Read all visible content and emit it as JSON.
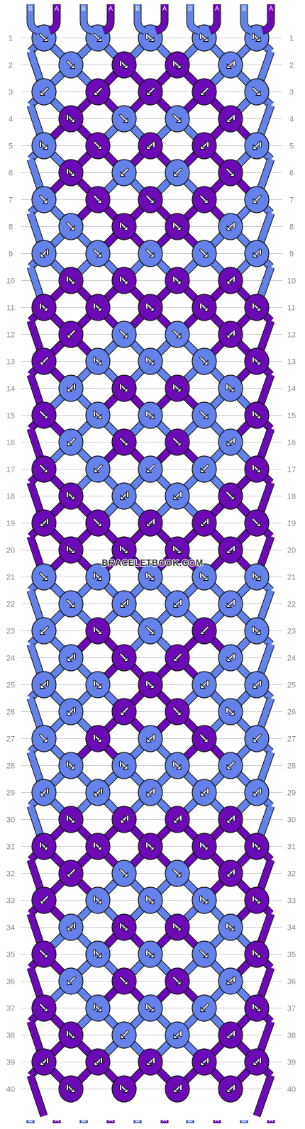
{
  "colors": {
    "A": "#6c0ab8",
    "B": "#6482ea",
    "outline": "#111111",
    "grid": "#cfcfcf",
    "row_number": "#888888"
  },
  "string_labels": [
    "B",
    "A",
    "B",
    "A",
    "B",
    "A",
    "B",
    "A",
    "B",
    "A"
  ],
  "watermark": "BRACELETBOOK.COM",
  "icon_legend": {
    "r": "arrow pointing down-right (forward knot)",
    "l": "arrow pointing down-left (backward knot)",
    "R": "forward-backward knot (right then left)",
    "L": "backward-forward knot (left then right)"
  },
  "rows": [
    {
      "n": "1",
      "knots": [
        [
          "B",
          "r"
        ],
        [
          "B",
          "r"
        ],
        [
          "B",
          "R"
        ],
        [
          "B",
          "R"
        ],
        [
          "B",
          "R"
        ]
      ]
    },
    {
      "n": "2",
      "knots": [
        [
          "B",
          "r"
        ],
        [
          "A",
          "R"
        ],
        [
          "A",
          "R"
        ],
        [
          "B",
          "L"
        ]
      ]
    },
    {
      "n": "3",
      "knots": [
        [
          "B",
          "l"
        ],
        [
          "A",
          "l"
        ],
        [
          "A",
          "l"
        ],
        [
          "A",
          "l"
        ],
        [
          "B",
          "r"
        ]
      ]
    },
    {
      "n": "4",
      "knots": [
        [
          "A",
          "R"
        ],
        [
          "B",
          "r"
        ],
        [
          "B",
          "r"
        ],
        [
          "A",
          "L"
        ]
      ]
    },
    {
      "n": "5",
      "knots": [
        [
          "B",
          "R"
        ],
        [
          "A",
          "r"
        ],
        [
          "A",
          "L"
        ],
        [
          "A",
          "L"
        ],
        [
          "B",
          "L"
        ]
      ]
    },
    {
      "n": "6",
      "knots": [
        [
          "A",
          "R"
        ],
        [
          "B",
          "l"
        ],
        [
          "B",
          "l"
        ],
        [
          "A",
          "r"
        ]
      ]
    },
    {
      "n": "7",
      "knots": [
        [
          "B",
          "r"
        ],
        [
          "A",
          "r"
        ],
        [
          "A",
          "r"
        ],
        [
          "A",
          "r"
        ],
        [
          "B",
          "l"
        ]
      ]
    },
    {
      "n": "8",
      "knots": [
        [
          "B",
          "r"
        ],
        [
          "A",
          "R"
        ],
        [
          "A",
          "R"
        ],
        [
          "B",
          "L"
        ]
      ]
    },
    {
      "n": "9",
      "knots": [
        [
          "B",
          "L"
        ],
        [
          "B",
          "r"
        ],
        [
          "B",
          "r"
        ],
        [
          "B",
          "r"
        ],
        [
          "B",
          "L"
        ]
      ]
    },
    {
      "n": "10",
      "knots": [
        [
          "A",
          "R"
        ],
        [
          "A",
          "R"
        ],
        [
          "A",
          "R"
        ],
        [
          "A",
          "L"
        ]
      ]
    },
    {
      "n": "11",
      "knots": [
        [
          "A",
          "R"
        ],
        [
          "A",
          "R"
        ],
        [
          "A",
          "R"
        ],
        [
          "A",
          "R"
        ],
        [
          "A",
          "R"
        ]
      ]
    },
    {
      "n": "12",
      "knots": [
        [
          "A",
          "l"
        ],
        [
          "B",
          "r"
        ],
        [
          "B",
          "r"
        ],
        [
          "A",
          "L"
        ]
      ]
    },
    {
      "n": "13",
      "knots": [
        [
          "A",
          "l"
        ],
        [
          "B",
          "R"
        ],
        [
          "B",
          "R"
        ],
        [
          "B",
          "r"
        ],
        [
          "A",
          "R"
        ]
      ]
    },
    {
      "n": "14",
      "knots": [
        [
          "B",
          "L"
        ],
        [
          "A",
          "R"
        ],
        [
          "A",
          "R"
        ],
        [
          "B",
          "R"
        ]
      ]
    },
    {
      "n": "15",
      "knots": [
        [
          "A",
          "r"
        ],
        [
          "B",
          "R"
        ],
        [
          "B",
          "R"
        ],
        [
          "B",
          "r"
        ],
        [
          "A",
          "R"
        ]
      ]
    },
    {
      "n": "16",
      "knots": [
        [
          "B",
          "l"
        ],
        [
          "A",
          "r"
        ],
        [
          "A",
          "r"
        ],
        [
          "B",
          "L"
        ]
      ]
    },
    {
      "n": "17",
      "knots": [
        [
          "A",
          "r"
        ],
        [
          "B",
          "l"
        ],
        [
          "B",
          "l"
        ],
        [
          "B",
          "l"
        ],
        [
          "A",
          "R"
        ]
      ]
    },
    {
      "n": "18",
      "knots": [
        [
          "A",
          "R"
        ],
        [
          "B",
          "L"
        ],
        [
          "B",
          "L"
        ],
        [
          "A",
          "r"
        ]
      ]
    },
    {
      "n": "19",
      "knots": [
        [
          "A",
          "L"
        ],
        [
          "A",
          "r"
        ],
        [
          "A",
          "L"
        ],
        [
          "A",
          "L"
        ],
        [
          "A",
          "r"
        ]
      ]
    },
    {
      "n": "20",
      "knots": [
        [
          "A",
          "R"
        ],
        [
          "A",
          "R"
        ],
        [
          "A",
          "R"
        ],
        [
          "A",
          "L"
        ]
      ]
    },
    {
      "n": "21",
      "knots": [
        [
          "B",
          "r"
        ],
        [
          "B",
          "R"
        ],
        [
          "B",
          "R"
        ],
        [
          "B",
          "R"
        ],
        [
          "B",
          "R"
        ]
      ]
    },
    {
      "n": "22",
      "knots": [
        [
          "B",
          "r"
        ],
        [
          "B",
          "L"
        ],
        [
          "B",
          "L"
        ],
        [
          "B",
          "L"
        ]
      ]
    },
    {
      "n": "23",
      "knots": [
        [
          "B",
          "l"
        ],
        [
          "A",
          "R"
        ],
        [
          "B",
          "r"
        ],
        [
          "A",
          "l"
        ],
        [
          "B",
          "R"
        ]
      ]
    },
    {
      "n": "24",
      "knots": [
        [
          "B",
          "L"
        ],
        [
          "A",
          "r"
        ],
        [
          "A",
          "l"
        ],
        [
          "B",
          "L"
        ]
      ]
    },
    {
      "n": "25",
      "knots": [
        [
          "B",
          "L"
        ],
        [
          "B",
          "R"
        ],
        [
          "A",
          "R"
        ],
        [
          "B",
          "L"
        ],
        [
          "B",
          "L"
        ]
      ]
    },
    {
      "n": "26",
      "knots": [
        [
          "B",
          "L"
        ],
        [
          "A",
          "l"
        ],
        [
          "A",
          "r"
        ],
        [
          "B",
          "R"
        ]
      ]
    },
    {
      "n": "27",
      "knots": [
        [
          "B",
          "r"
        ],
        [
          "A",
          "R"
        ],
        [
          "B",
          "L"
        ],
        [
          "A",
          "r"
        ],
        [
          "B",
          "l"
        ]
      ]
    },
    {
      "n": "28",
      "knots": [
        [
          "B",
          "R"
        ],
        [
          "B",
          "R"
        ],
        [
          "B",
          "R"
        ],
        [
          "B",
          "l"
        ]
      ]
    },
    {
      "n": "29",
      "knots": [
        [
          "B",
          "L"
        ],
        [
          "B",
          "L"
        ],
        [
          "B",
          "L"
        ],
        [
          "B",
          "L"
        ],
        [
          "B",
          "L"
        ]
      ]
    },
    {
      "n": "30",
      "knots": [
        [
          "A",
          "R"
        ],
        [
          "A",
          "L"
        ],
        [
          "A",
          "L"
        ],
        [
          "A",
          "L"
        ]
      ]
    },
    {
      "n": "31",
      "knots": [
        [
          "A",
          "R"
        ],
        [
          "A",
          "R"
        ],
        [
          "A",
          "R"
        ],
        [
          "A",
          "R"
        ],
        [
          "A",
          "R"
        ]
      ]
    },
    {
      "n": "32",
      "knots": [
        [
          "A",
          "l"
        ],
        [
          "B",
          "r"
        ],
        [
          "B",
          "r"
        ],
        [
          "A",
          "L"
        ]
      ]
    },
    {
      "n": "33",
      "knots": [
        [
          "A",
          "l"
        ],
        [
          "B",
          "R"
        ],
        [
          "B",
          "R"
        ],
        [
          "B",
          "R"
        ],
        [
          "A",
          "R"
        ]
      ]
    },
    {
      "n": "34",
      "knots": [
        [
          "B",
          "L"
        ],
        [
          "A",
          "R"
        ],
        [
          "A",
          "R"
        ],
        [
          "B",
          "R"
        ]
      ]
    },
    {
      "n": "35",
      "knots": [
        [
          "A",
          "r"
        ],
        [
          "B",
          "R"
        ],
        [
          "B",
          "R"
        ],
        [
          "B",
          "r"
        ],
        [
          "A",
          "R"
        ]
      ]
    },
    {
      "n": "36",
      "knots": [
        [
          "B",
          "l"
        ],
        [
          "A",
          "r"
        ],
        [
          "A",
          "r"
        ],
        [
          "B",
          "L"
        ]
      ]
    },
    {
      "n": "37",
      "knots": [
        [
          "A",
          "r"
        ],
        [
          "B",
          "R"
        ],
        [
          "B",
          "R"
        ],
        [
          "B",
          "l"
        ],
        [
          "A",
          "R"
        ]
      ]
    },
    {
      "n": "38",
      "knots": [
        [
          "A",
          "R"
        ],
        [
          "B",
          "l"
        ],
        [
          "B",
          "L"
        ],
        [
          "A",
          "L"
        ]
      ]
    },
    {
      "n": "39",
      "knots": [
        [
          "A",
          "L"
        ],
        [
          "A",
          "L"
        ],
        [
          "A",
          "L"
        ],
        [
          "A",
          "L"
        ],
        [
          "A",
          "L"
        ]
      ]
    },
    {
      "n": "40",
      "knots": [
        [
          "A",
          "R"
        ],
        [
          "A",
          "R"
        ],
        [
          "A",
          "L"
        ],
        [
          "A",
          "L"
        ]
      ]
    }
  ]
}
